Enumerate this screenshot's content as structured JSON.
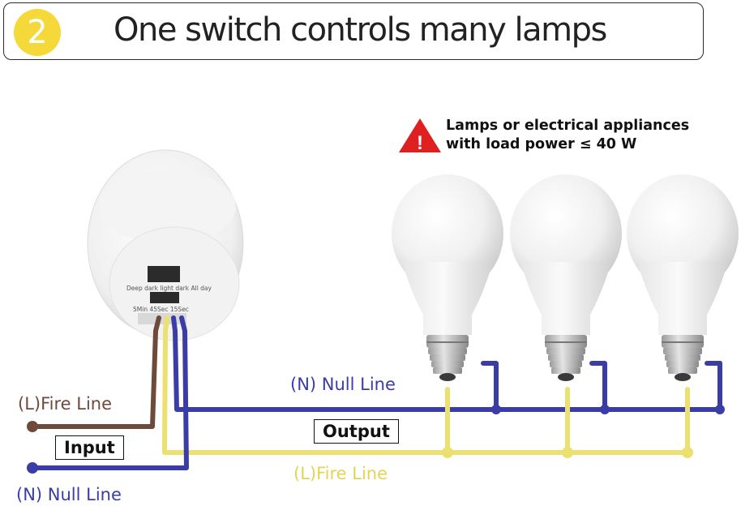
{
  "title": {
    "step_number": "2",
    "text": "One switch controls many lamps"
  },
  "warning": {
    "line1": "Lamps or electrical appliances",
    "line2": "with load power ≤ 40 W"
  },
  "sensor": {
    "mode_label": "Deep dark  light dark  All day",
    "time_label": "5Min   45Sec   15Sec"
  },
  "labels": {
    "null_line_top": "(N) Null Line",
    "fire_line_left": "(L)Fire Line",
    "input": "Input",
    "output": "Output",
    "fire_line_bottom": "(L)Fire Line",
    "null_line_bottom": "(N) Null Line"
  },
  "colors": {
    "null_line": "#3a3da5",
    "fire_line": "#ebe070",
    "input_fire": "#6e4a3b",
    "warning": "#e02020",
    "badge": "#f5d83a"
  },
  "icons": [
    "warning-triangle-icon",
    "light-bulb-icon",
    "motion-sensor-icon"
  ]
}
